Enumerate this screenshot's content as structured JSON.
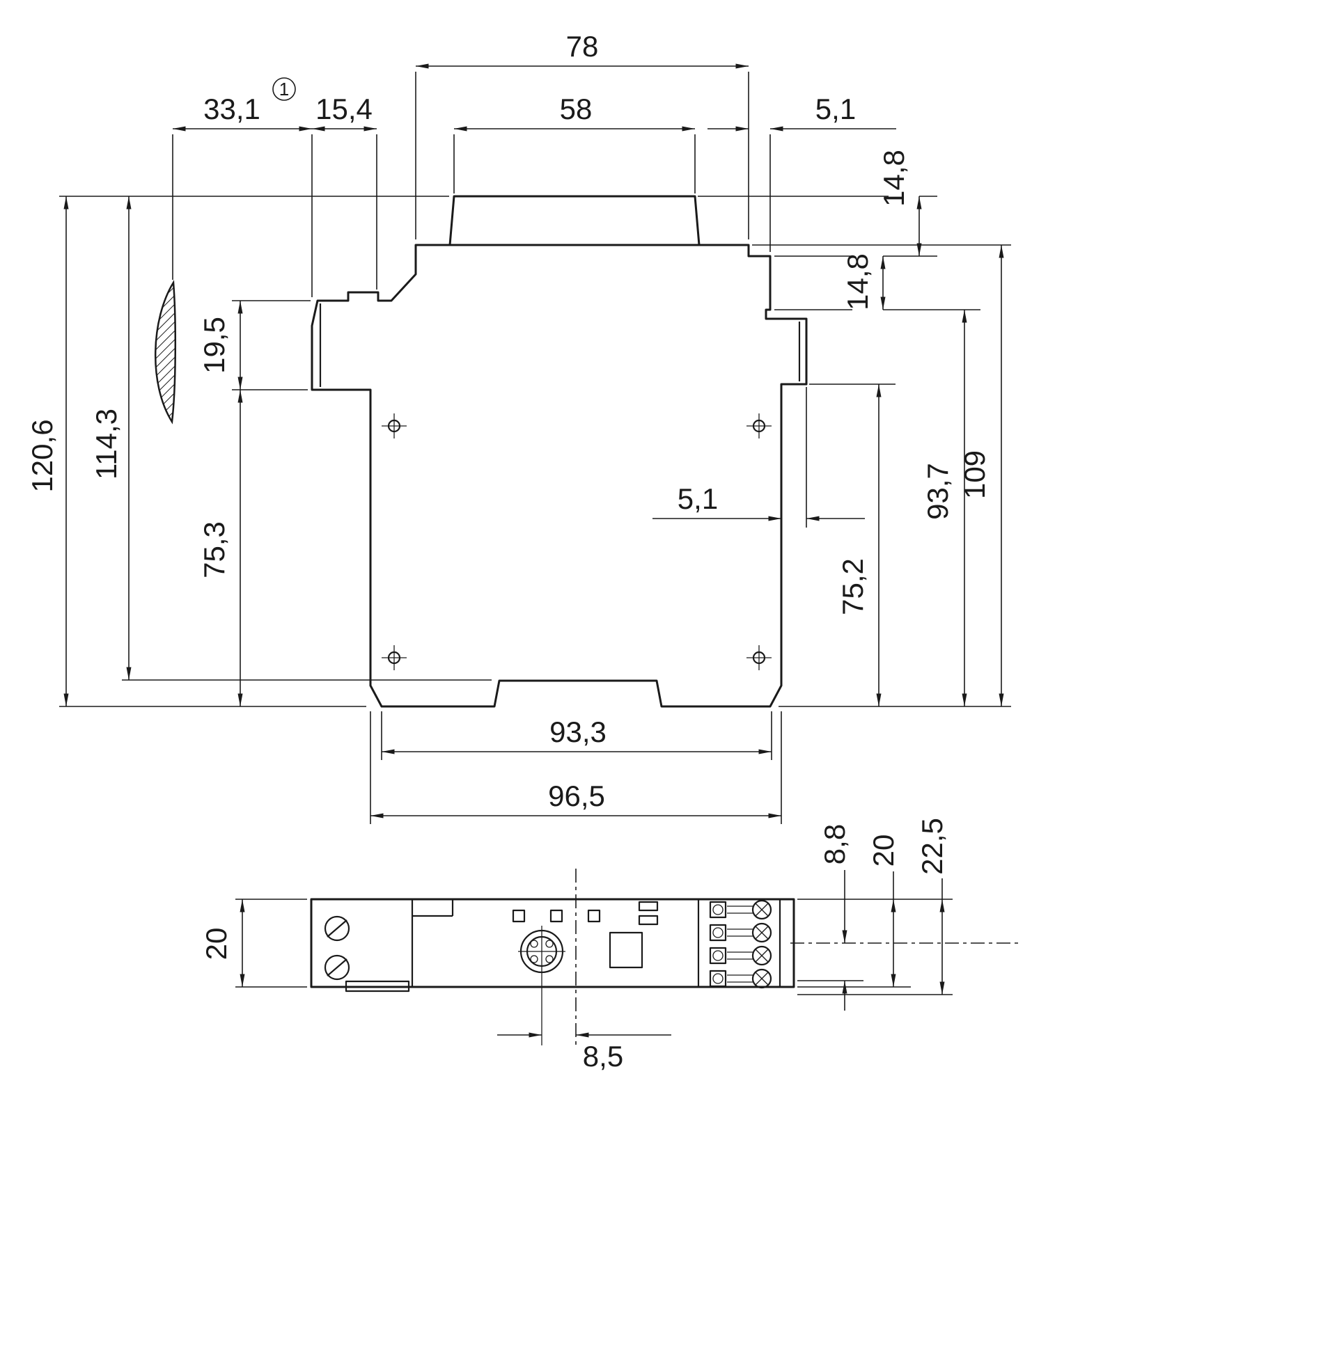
{
  "figure": {
    "kind": "technical dimensional drawing",
    "views": [
      "side view",
      "bottom view"
    ],
    "number_style": "decimal comma (mm)"
  },
  "dimensions": {
    "top_overall_width": "78",
    "display_offset": "33,1",
    "footnote_ref": "1",
    "front_block_width": "15,4",
    "upper_block_width": "58",
    "top_tab_width": "5,1",
    "overall_height": "120,6",
    "rail_height": "114,3",
    "front_block_height": "19,5",
    "lower_body_height": "75,3",
    "upper_tab_drop": "14,8",
    "mid_tab_drop": "14,8",
    "side_tab_width": "5,1",
    "right_overall_height": "109",
    "right_mid_height": "93,7",
    "right_lower_height": "75,2",
    "base_width_inner": "93,3",
    "base_width_outer": "96,5",
    "housing_depth": "20",
    "connector_offset": "8,5",
    "rear_depth_a": "8,8",
    "rear_depth_b": "20",
    "rear_depth_c": "22,5"
  }
}
